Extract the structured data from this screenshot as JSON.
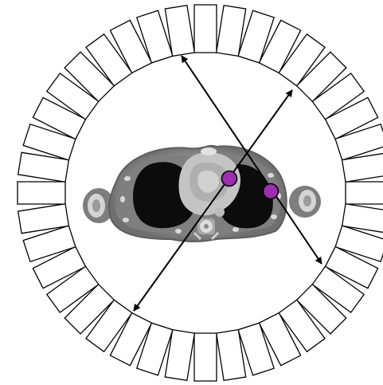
{
  "figure": {
    "detector_ring": {
      "crystal_count": 40,
      "ring_color": "#000000",
      "crystal_fill": "#ffffff"
    },
    "annihilation_events": [
      {
        "name": "event-1",
        "marker_color": "#9b2fae"
      },
      {
        "name": "event-2",
        "marker_color": "#9b2fae"
      }
    ],
    "lines_of_response": [
      {
        "name": "lor-1",
        "color": "#000000",
        "arrowheads": "both"
      },
      {
        "name": "lor-2",
        "color": "#000000",
        "arrowheads": "both"
      }
    ],
    "ct_slice": {
      "subject": "axial chest CT",
      "tissue_color": "#8a8a8a",
      "lung_color": "#0c0c0c",
      "heart_color": "#c4c4c4",
      "bone_color": "#d9d9d9"
    }
  }
}
